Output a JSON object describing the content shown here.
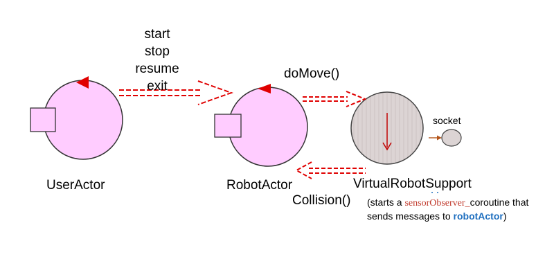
{
  "colors": {
    "actor_fill": "#ffccff",
    "actor_stroke": "#333333",
    "pointer_red": "#e00000",
    "arrow_red": "#e00000",
    "support_fill": "#dcd4d4",
    "note_link": "#1f6fbf",
    "sensor_text": "#c0392b"
  },
  "diagram": {
    "messages_user_to_robot": [
      "start",
      "stop",
      "resume",
      "exit"
    ],
    "message_robot_to_support": "doMove()",
    "message_support_to_robot": "Collision()",
    "user_actor_label": "UserActor",
    "robot_actor_label": "RobotActor",
    "support_label": "VirtualRobotSupport",
    "socket_label": "socket",
    "note": {
      "prefix": "(starts a ",
      "sensor_name": "sensorObserver_",
      "middle": "coroutine that",
      "line2_prefix": "sends messages to ",
      "robot_actor_ref": "robotActor",
      "suffix": ")"
    }
  }
}
